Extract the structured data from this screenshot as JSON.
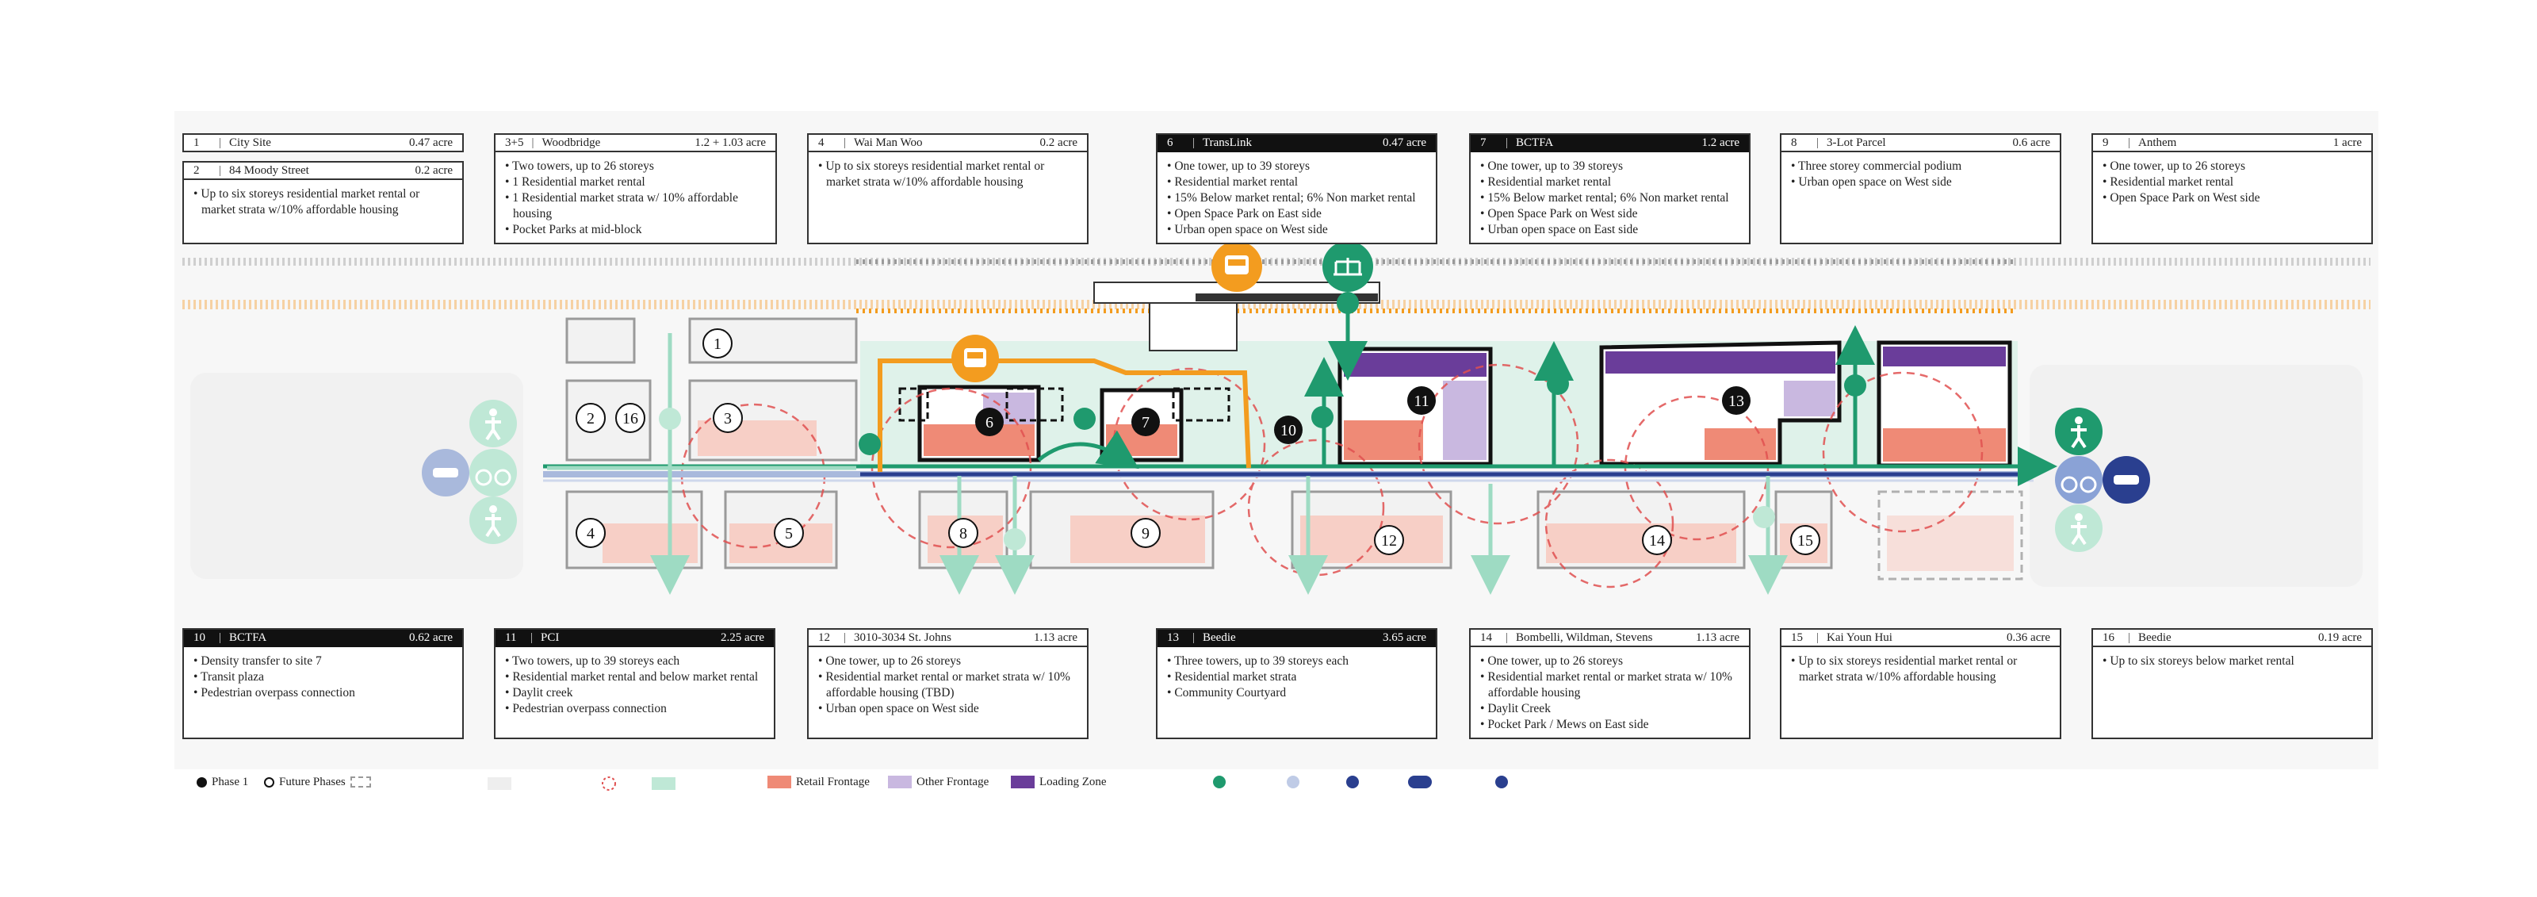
{
  "cards_top": [
    {
      "id": "c1",
      "num": "1",
      "name": "City Site",
      "area": "0.47 acre",
      "dark": false,
      "items": []
    },
    {
      "id": "c2",
      "num": "2",
      "name": "84 Moody Street",
      "area": "0.2 acre",
      "dark": false,
      "items": [
        "Up to six storeys residential market rental or market strata w/10% affordable housing"
      ]
    },
    {
      "id": "c35",
      "num": "3+5",
      "name": "Woodbridge",
      "area": "1.2 + 1.03 acre",
      "dark": false,
      "items": [
        "Two towers, up to 26 storeys",
        "1 Residential market rental",
        "1 Residential market strata w/ 10% affordable housing",
        "Pocket Parks at mid-block"
      ]
    },
    {
      "id": "c4",
      "num": "4",
      "name": "Wai Man Woo",
      "area": "0.2 acre",
      "dark": false,
      "items": [
        "Up to six storeys residential market rental or market strata w/10% affordable housing"
      ]
    },
    {
      "id": "c6",
      "num": "6",
      "name": "TransLink",
      "area": "0.47 acre",
      "dark": true,
      "items": [
        "One tower, up to 39 storeys",
        "Residential market rental",
        "15% Below market rental; 6% Non market rental",
        "Open Space Park on East side",
        "Urban open space on West side"
      ]
    },
    {
      "id": "c7",
      "num": "7",
      "name": "BCTFA",
      "area": "1.2 acre",
      "dark": true,
      "items": [
        "One tower, up to 39 storeys",
        "Residential market rental",
        "15% Below market rental; 6% Non market rental",
        "Open Space Park on West side",
        "Urban open space on East side"
      ]
    },
    {
      "id": "c8",
      "num": "8",
      "name": "3-Lot Parcel",
      "area": "0.6 acre",
      "dark": false,
      "items": [
        "Three storey commercial podium",
        "Urban open space on West side"
      ]
    },
    {
      "id": "c9",
      "num": "9",
      "name": "Anthem",
      "area": "1 acre",
      "dark": false,
      "items": [
        "One tower, up to 26 storeys",
        "Residential market rental",
        "Open Space Park on West side"
      ]
    }
  ],
  "cards_bottom": [
    {
      "id": "c10",
      "num": "10",
      "name": "BCTFA",
      "area": "0.62 acre",
      "dark": true,
      "items": [
        "Density transfer to site 7",
        "Transit plaza",
        "Pedestrian overpass connection"
      ]
    },
    {
      "id": "c11",
      "num": "11",
      "name": "PCI",
      "area": "2.25 acre",
      "dark": true,
      "items": [
        "Two towers, up to 39 storeys each",
        "Residential market rental and below market rental",
        "Daylit creek",
        "Pedestrian overpass connection"
      ]
    },
    {
      "id": "c12",
      "num": "12",
      "name": "3010-3034 St. Johns",
      "area": "1.13 acre",
      "dark": false,
      "items": [
        "One tower, up to 26 storeys",
        "Residential market rental or market strata w/ 10% affordable housing (TBD)",
        "Urban open space on West side"
      ]
    },
    {
      "id": "c13",
      "num": "13",
      "name": "Beedie",
      "area": "3.65 acre",
      "dark": true,
      "items": [
        "Three towers, up to 39 storeys each",
        "Residential market strata",
        "Community Courtyard"
      ]
    },
    {
      "id": "c14",
      "num": "14",
      "name": "Bombelli, Wildman, Stevens",
      "area": "1.13 acre",
      "dark": false,
      "items": [
        "One tower, up to 26 storeys",
        "Residential market rental or market strata w/ 10% affordable housing",
        "Daylit Creek",
        "Pocket Park / Mews on East side"
      ]
    },
    {
      "id": "c15",
      "num": "15",
      "name": "Kai Youn Hui",
      "area": "0.36 acre",
      "dark": false,
      "items": [
        "Up to six storeys residential market rental or market strata w/10% affordable housing"
      ]
    },
    {
      "id": "c16",
      "num": "16",
      "name": "Beedie",
      "area": "0.19 acre",
      "dark": false,
      "items": [
        "Up to six storeys below market rental"
      ]
    }
  ],
  "site_labels": [
    {
      "id": "1",
      "phase": "future"
    },
    {
      "id": "2",
      "phase": "future"
    },
    {
      "id": "16",
      "phase": "future"
    },
    {
      "id": "3",
      "phase": "future"
    },
    {
      "id": "4",
      "phase": "future"
    },
    {
      "id": "5",
      "phase": "future"
    },
    {
      "id": "6",
      "phase": "phase1"
    },
    {
      "id": "7",
      "phase": "phase1"
    },
    {
      "id": "8",
      "phase": "future"
    },
    {
      "id": "9",
      "phase": "future"
    },
    {
      "id": "10",
      "phase": "phase1"
    },
    {
      "id": "11",
      "phase": "phase1"
    },
    {
      "id": "12",
      "phase": "future"
    },
    {
      "id": "13",
      "phase": "phase1"
    },
    {
      "id": "14",
      "phase": "future"
    },
    {
      "id": "15",
      "phase": "future"
    }
  ],
  "legend": {
    "phase1": "Phase 1",
    "future": "Future Phases",
    "retail": "Retail Frontage",
    "other": "Other Frontage",
    "loading": "Loading Zone"
  },
  "colors": {
    "orange": "#f39c1f",
    "green": "#1f9a6e",
    "mint": "#bfe8d6",
    "retail": "#ef8a76",
    "retail_light": "#f7cfc6",
    "other": "#c9b8e0",
    "loading": "#6a3d9a",
    "navy": "#2a3f8f",
    "lightblue": "#a9b9dc",
    "redline": "#e05050"
  },
  "icons": [
    "pedestrian-icon",
    "bicycle-icon",
    "car-icon",
    "bus-icon",
    "train-bridge-icon"
  ]
}
